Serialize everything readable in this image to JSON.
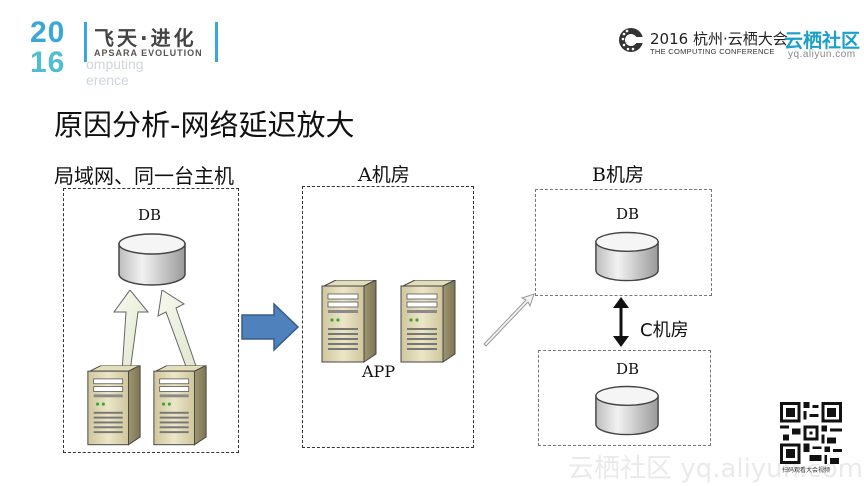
{
  "branding": {
    "logo_year_top": "20",
    "logo_year_bottom": "16",
    "logo_cn": "飞天·进化",
    "logo_en": "APSARA EVOLUTION",
    "logo_sub1": "omputing",
    "logo_sub2": "erence",
    "conf_title": "2016 杭州·云栖大会",
    "conf_sub": "THE COMPUTING CONFERENCE",
    "site_name": "云栖社区",
    "site_url": "yq.aliyun.com"
  },
  "slide": {
    "title": "原因分析-网络延迟放大"
  },
  "diagram": {
    "group_local": {
      "label": "局域网、同一台主机",
      "db_label": "DB"
    },
    "group_a": {
      "label": "A机房",
      "app_label": "APP"
    },
    "group_b": {
      "label": "B机房",
      "db_label": "DB"
    },
    "group_c": {
      "label": "C机房",
      "db_label": "DB"
    }
  },
  "footer": {
    "watermark": "云栖社区 yq.aliyun.com",
    "qr_caption": "扫码观看大会视频"
  },
  "colors": {
    "arrow_blue": "#4f81bd",
    "arrow_fill": "#eef3e2",
    "server": "#d8d0a8"
  }
}
